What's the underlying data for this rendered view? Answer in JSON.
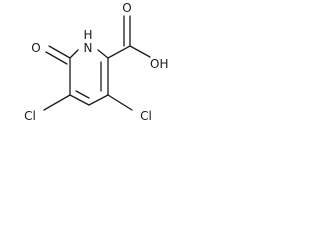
{
  "molecule": {
    "atoms": {
      "carbonyl_oxygen": "O",
      "ring_nitrogen": "N",
      "ring_nitrogen_hydrogen": "H",
      "acid_oxygen_double": "O",
      "acid_hydroxyl": "OH",
      "chlorine_left": "Cl",
      "chlorine_right": "Cl"
    }
  }
}
